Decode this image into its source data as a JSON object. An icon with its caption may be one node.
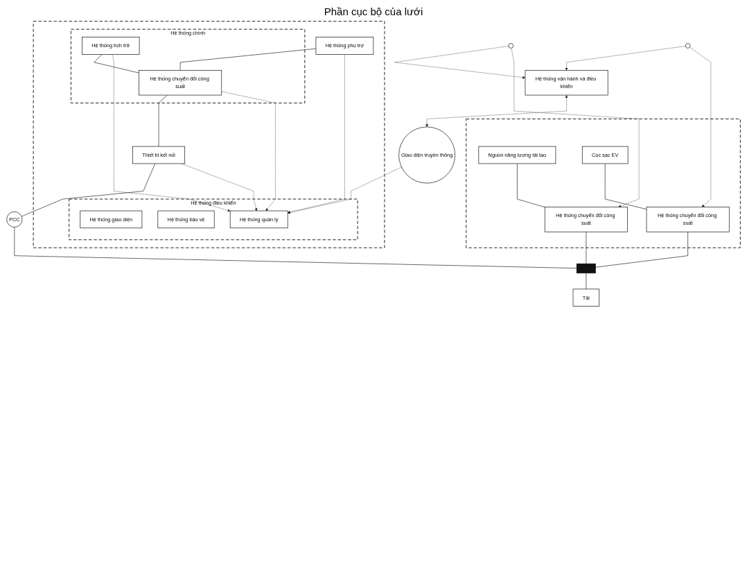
{
  "diagram": {
    "nodes": [
      {
        "text": [],
        "shape": "box"
      },
      {
        "text": [
          "Hệ thống điều khiển"
        ],
        "in": 0
      },
      {
        "text": [
          "Hệ thống giao diện"
        ],
        "in": 1
      },
      {
        "text": [
          "Hệ thống bảo vệ"
        ],
        "in": 1
      },
      {
        "text": [
          "Hệ thống quản lý"
        ],
        "in": 1
      },
      {
        "text": [
          "Hệ thống phụ trợ"
        ],
        "in": 0
      },
      {
        "text": [
          "Hệ thống chính"
        ],
        "in": 0
      },
      {
        "text": [
          "Hệ thống tích trữ"
        ],
        "in": 6
      },
      {
        "text": [
          "Hệ thống chuyển đổi công suất"
        ],
        "in": 6
      },
      {
        "text": [
          "Thiết bị kết nối"
        ],
        "in": 0
      },
      {
        "text": [
          "Giao diện truyền thông"
        ]
      },
      {
        "text": [
          "PCC"
        ]
      },
      {
        "text": [],
        "shape": "bar"
      },
      {
        "text": [
          "Tải"
        ]
      },
      {
        "text": [],
        "shape": "box"
      },
      {
        "text": [
          "Nguồn năng lượng tái tạo"
        ],
        "in": 14
      },
      {
        "text": [
          "Hệ thống chuyển đổi công suất"
        ],
        "in": 14
      },
      {
        "text": [
          "Cọc sạc EV"
        ],
        "in": 14
      },
      {
        "text": [
          "Hệ thống chuyển đổi công suất"
        ],
        "in": 14
      },
      {
        "text": [],
        "shape": "circle"
      },
      {
        "text": [],
        "shape": "circle"
      },
      {
        "text": [
          "Hệ thống vận hành và điều khiển"
        ]
      }
    ],
    "edges": [
      {
        "from": 10,
        "to": 4,
        "arrow": "to",
        "style": "dashed"
      },
      {
        "from": 5,
        "to": 4,
        "arrow": "to",
        "style": "dashed"
      },
      {
        "from": 7,
        "to": 4,
        "arrow": "to",
        "style": "dashed"
      },
      {
        "from": 8,
        "to": 4,
        "arrow": "to",
        "style": "dashed"
      },
      {
        "from": 9,
        "to": 4,
        "arrow": "to",
        "style": "dashed"
      },
      {
        "from": 5,
        "to": 8,
        "arrow": "none"
      },
      {
        "from": 7,
        "to": 8,
        "arrow": "none"
      },
      {
        "from": 8,
        "to": 9,
        "arrow": "none"
      },
      {
        "from": 9,
        "to": 11,
        "arrow": "none"
      },
      {
        "from": 11,
        "to": 12,
        "arrow": "none"
      },
      {
        "from": 12,
        "to": 13,
        "arrow": "none"
      },
      {
        "from": 15,
        "to": 16,
        "arrow": "none"
      },
      {
        "from": 16,
        "to": 12,
        "arrow": "none"
      },
      {
        "from": 17,
        "to": 18,
        "arrow": "none"
      },
      {
        "from": 18,
        "to": 12,
        "arrow": "none"
      },
      {
        "from": 19,
        "to": 16,
        "arrow": "to",
        "style": "dashed"
      },
      {
        "from": 20,
        "to": 18,
        "arrow": "to",
        "style": "dashed"
      },
      {
        "from": 19,
        "to": 21,
        "arrow": "to",
        "style": "dashed"
      },
      {
        "from": 20,
        "to": 21,
        "arrow": "to",
        "style": "dashed"
      },
      {
        "from": 21,
        "to": 10,
        "arrow": "both",
        "style": "dashed"
      }
    ],
    "labels": [
      "Phần cục bộ của lưới"
    ]
  }
}
